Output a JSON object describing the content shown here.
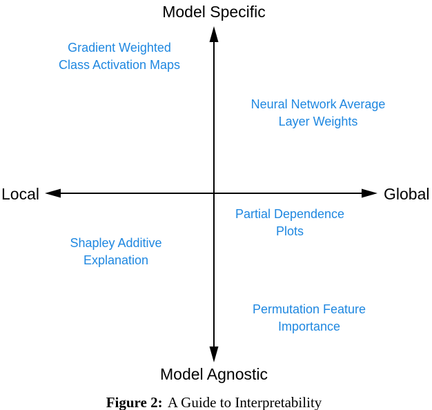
{
  "figure": {
    "axes": {
      "top": "Model Specific",
      "bottom": "Model Agnostic",
      "left": "Local",
      "right": "Global"
    },
    "items": [
      {
        "name": "gradient-weighted-class-activation-maps",
        "quadrant": "top-left",
        "lines": [
          "Gradient Weighted",
          "Class Activation Maps"
        ]
      },
      {
        "name": "neural-network-average-layer-weights",
        "quadrant": "top-right",
        "lines": [
          "Neural Network Average",
          "Layer Weights"
        ]
      },
      {
        "name": "partial-dependence-plots",
        "quadrant": "bottom-right",
        "lines": [
          "Partial Dependence",
          "Plots"
        ]
      },
      {
        "name": "shapley-additive-explanation",
        "quadrant": "bottom-left",
        "lines": [
          "Shapley Additive",
          "Explanation"
        ]
      },
      {
        "name": "permutation-feature-importance",
        "quadrant": "bottom-right",
        "lines": [
          "Permutation Feature",
          "Importance"
        ]
      }
    ],
    "colors": {
      "method_label": "#1e87e0",
      "axis": "#000000"
    },
    "caption": {
      "label": "Figure 2:",
      "text": "A Guide to Interpretability"
    }
  }
}
